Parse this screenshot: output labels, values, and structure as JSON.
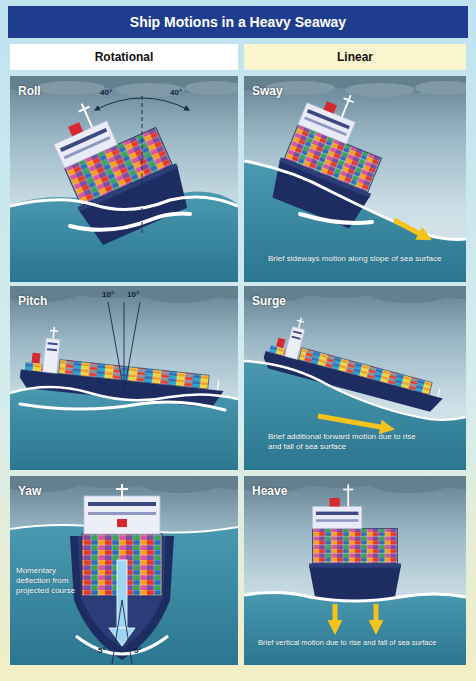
{
  "diagram": {
    "title": "Ship Motions in a Heavy Seaway",
    "nodes": [
      {
        "text": [
          "Rotational"
        ]
      },
      {
        "text": [
          "Linear"
        ]
      },
      {
        "text": [
          "Roll"
        ]
      },
      {
        "text": [
          "Sway",
          "Brief sideways motion along slope of sea surface"
        ]
      },
      {
        "text": [
          "Pitch"
        ]
      },
      {
        "text": [
          "Surge",
          "Brief additional forward motion due to rise and fall of sea surface"
        ]
      },
      {
        "text": [
          "Yaw",
          "Momentary deflection from projected course"
        ]
      },
      {
        "text": [
          "Heave",
          "Brief vertical motion due to rise and fall of sea surface"
        ]
      }
    ],
    "labels": [
      "40°",
      "40°",
      "10°",
      "10°",
      "5°",
      "5°"
    ]
  }
}
